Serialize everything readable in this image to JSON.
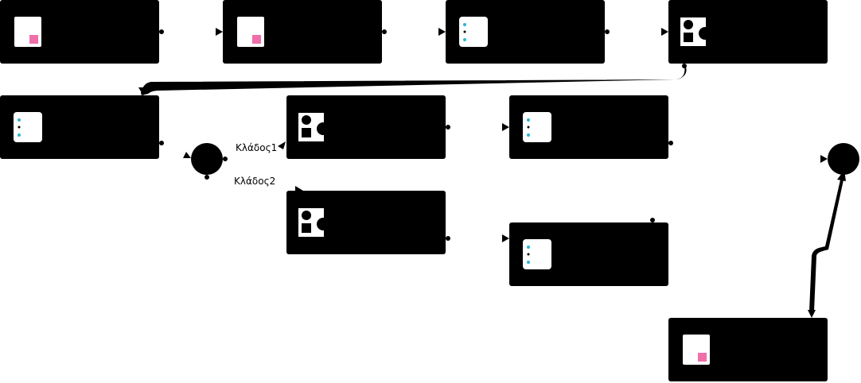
{
  "colors": {
    "node_fill": "#000000",
    "icon_fill": "#ffffff",
    "doc_accent": "#f06ea9",
    "list_accent": "#29b6d3",
    "edge": "#000000"
  },
  "nodes": [
    {
      "id": "n1",
      "icon": "document-icon"
    },
    {
      "id": "n2",
      "icon": "document-icon"
    },
    {
      "id": "n3",
      "icon": "list-icon"
    },
    {
      "id": "n4",
      "icon": "shapes-icon"
    },
    {
      "id": "n5",
      "icon": "list-icon"
    },
    {
      "id": "n6",
      "icon": "shapes-icon"
    },
    {
      "id": "n7",
      "icon": "list-icon"
    },
    {
      "id": "n8",
      "icon": "shapes-icon"
    },
    {
      "id": "n9",
      "icon": "list-icon"
    },
    {
      "id": "n10",
      "icon": "document-icon"
    }
  ],
  "gateways": [
    {
      "id": "split"
    },
    {
      "id": "join"
    }
  ],
  "edge_labels": {
    "branch1": "Κλάδος1",
    "branch2": "Κλάδος2"
  }
}
